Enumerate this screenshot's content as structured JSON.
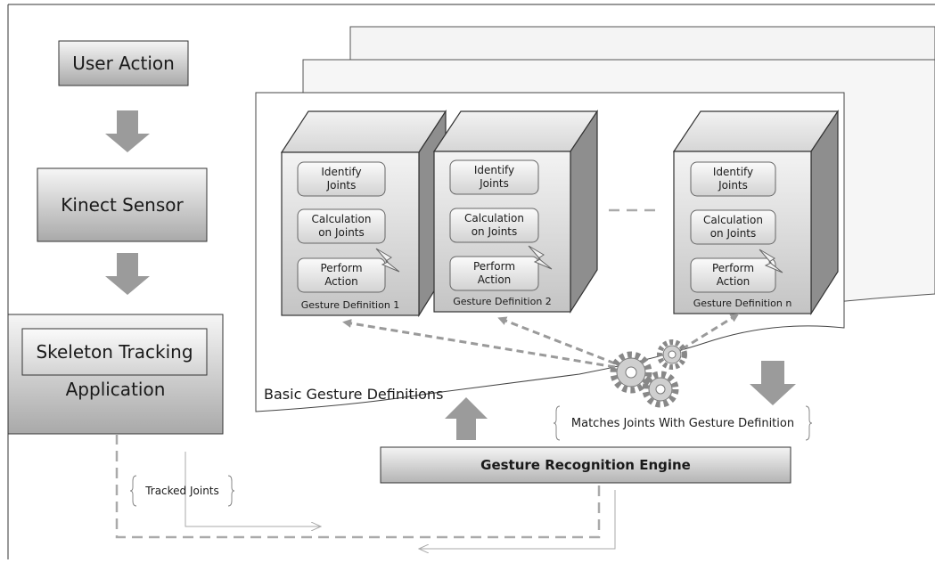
{
  "left_flow": {
    "user_action": "User Action",
    "kinect_sensor": "Kinect Sensor",
    "skeleton_tracking": "Skeleton Tracking",
    "application": "Application"
  },
  "gesture_definitions": [
    {
      "steps": [
        "Identify\nJoints",
        "Calculation\non Joints",
        "Perform\nAction"
      ],
      "caption": "Gesture Definition 1"
    },
    {
      "steps": [
        "Identify\nJoints",
        "Calculation\non Joints",
        "Perform\nAction"
      ],
      "caption": "Gesture Definition 2"
    },
    {
      "steps": [
        "Identify\nJoints",
        "Calculation\non Joints",
        "Perform\nAction"
      ],
      "caption": "Gesture Definition n"
    }
  ],
  "basic_gesture_definitions": "Basic Gesture Definitions",
  "matches_note": "Matches Joints With Gesture Definition",
  "engine": "Gesture Recognition Engine",
  "tracked_joints": "Tracked Joints"
}
